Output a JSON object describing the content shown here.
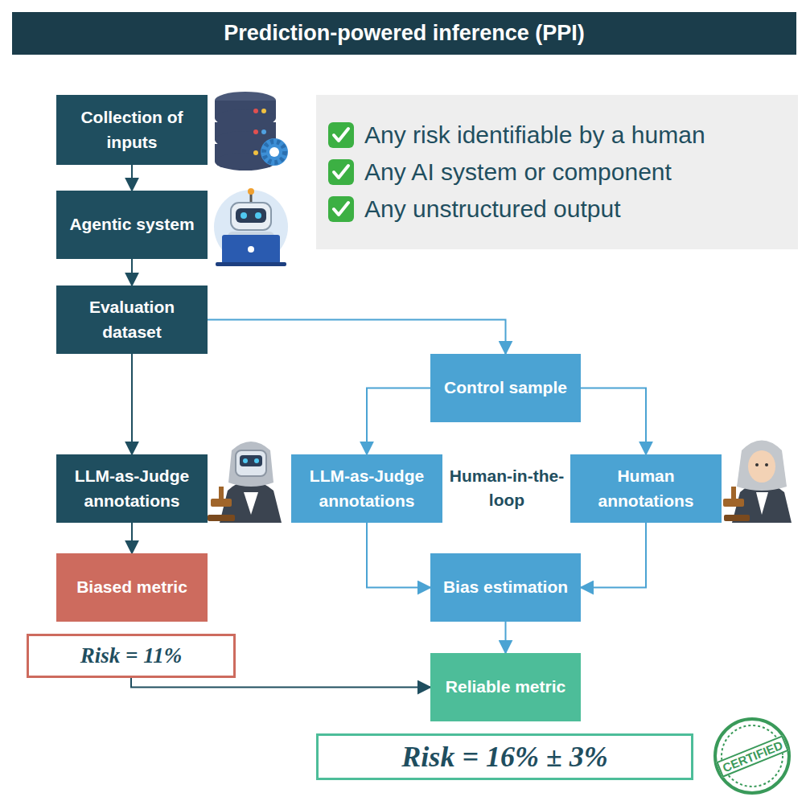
{
  "diagram": {
    "title": "Prediction-powered inference (PPI)",
    "nodes": [
      {
        "text": [
          "Collection of inputs"
        ]
      },
      {
        "text": [
          "Any risk identifiable by a human",
          "Any AI system or component",
          "Any unstructured output"
        ]
      },
      {
        "text": [
          "Agentic system"
        ]
      },
      {
        "text": [
          "Evaluation dataset"
        ]
      },
      {
        "text": [
          "Control sample"
        ]
      },
      {
        "text": [
          "LLM-as-Judge annotations"
        ]
      },
      {
        "text": [
          "LLM-as-Judge annotations"
        ]
      },
      {
        "text": [
          "Human annotations"
        ]
      },
      {
        "text": [
          "Biased metric"
        ]
      },
      {
        "text": [
          "Bias estimation"
        ]
      },
      {
        "text": [
          "Risk = 11%"
        ]
      },
      {
        "text": [
          "Reliable metric"
        ]
      },
      {
        "text": [
          "Risk = 16% ± 3%"
        ]
      }
    ],
    "edges": [
      {
        "from": 0,
        "to": 2,
        "arrow": "to"
      },
      {
        "from": 2,
        "to": 3,
        "arrow": "to"
      },
      {
        "from": 3,
        "to": 5,
        "arrow": "to"
      },
      {
        "from": 3,
        "to": 4,
        "arrow": "to"
      },
      {
        "from": 4,
        "to": 6,
        "arrow": "to"
      },
      {
        "from": 4,
        "to": 7,
        "arrow": "to"
      },
      {
        "from": 5,
        "to": 8,
        "arrow": "to"
      },
      {
        "from": 6,
        "to": 9,
        "arrow": "to"
      },
      {
        "from": 7,
        "to": 9,
        "arrow": "to"
      },
      {
        "from": 9,
        "to": 11,
        "arrow": "to"
      },
      {
        "from": 10,
        "to": 11,
        "arrow": "to"
      }
    ],
    "labels": [
      "Human-in-the-loop",
      "CERTIFIED"
    ]
  }
}
